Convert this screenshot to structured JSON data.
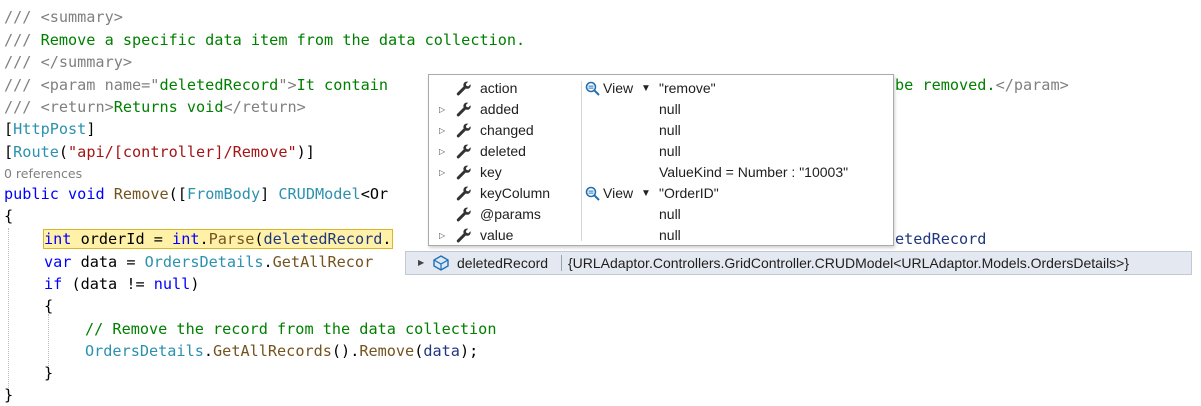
{
  "code": {
    "l1_tag": "/// <summary>",
    "l2_prefix": "/// ",
    "l2_text": "Remove a specific data item from the data collection.",
    "l3_tag": "/// </summary>",
    "l4_prefix": "/// ",
    "l4_tag_open": "<param name=\"",
    "l4_attr": "deletedRecord",
    "l4_tag_close": "\">",
    "l4_text": "It contain",
    "l4_tail_text": "be removed.",
    "l4_end": "</param>",
    "l5_prefix": "/// ",
    "l5_open": "<return>",
    "l5_text": "Returns void",
    "l5_close": "</return>",
    "l6_open": "[",
    "l6_attr": "HttpPost",
    "l6_close": "]",
    "l7_open": "[",
    "l7_attr": "Route",
    "l7_paren": "(",
    "l7_str": "\"api/[controller]/Remove\"",
    "l7_close": ")]",
    "l8_refs": "0 references",
    "l9_kw1": "public",
    "l9_kw2": "void",
    "l9_method": "Remove",
    "l9_p1": "([",
    "l9_attr": "FromBody",
    "l9_p2": "] ",
    "l9_type": "CRUDModel",
    "l9_p3": "<Or",
    "l10": "{",
    "l11_kw": "int",
    "l11_var": "orderId",
    "l11_eq": " = ",
    "l11_type": "int",
    "l11_dot": ".",
    "l11_method": "Parse",
    "l11_open": "(",
    "l11_param": "deletedRecord",
    "l11_dot2": ".",
    "l11_tail": "etedRecord",
    "l12_kw": "var",
    "l12_var": "data",
    "l12_eq": " = ",
    "l12_type": "OrdersDetails",
    "l12_dot": ".",
    "l12_method": "GetAllRecor",
    "l13_kw": "if",
    "l13_rest1": " (",
    "l13_var": "data",
    "l13_rest2": " != ",
    "l13_kw2": "null",
    "l13_rest3": ")",
    "l14": "{",
    "l15_comment": "// Remove the record from the data collection",
    "l16_type": "OrdersDetails",
    "l16_dot": ".",
    "l16_m1": "GetAllRecords",
    "l16_p": "().",
    "l16_m2": "Remove",
    "l16_open": "(",
    "l16_var": "data",
    "l16_close": ");",
    "l17": "}",
    "l18": "}"
  },
  "datatip": {
    "rows": [
      {
        "name": "action",
        "expandable": false,
        "view": true,
        "view_label": "View",
        "value": "\"remove\""
      },
      {
        "name": "added",
        "expandable": true,
        "view": false,
        "value": "null"
      },
      {
        "name": "changed",
        "expandable": true,
        "view": false,
        "value": "null"
      },
      {
        "name": "deleted",
        "expandable": true,
        "view": false,
        "value": "null"
      },
      {
        "name": "key",
        "expandable": true,
        "view": false,
        "value": "ValueKind = Number : \"10003\""
      },
      {
        "name": "keyColumn",
        "expandable": false,
        "view": true,
        "view_label": "View",
        "value": "\"OrderID\""
      },
      {
        "name": "@params",
        "expandable": false,
        "view": false,
        "value": "null"
      },
      {
        "name": "value",
        "expandable": true,
        "view": false,
        "value": "null"
      }
    ]
  },
  "hover_bar": {
    "name": "deletedRecord",
    "value": "{URLAdaptor.Controllers.GridController.CRUDModel<URLAdaptor.Models.OrdersDetails>}"
  },
  "icons": {
    "member": "wrench-icon",
    "visualizer": "magnifier-icon",
    "object": "object-icon",
    "expand": "triangle-right-icon",
    "dropdown": "caret-down-icon"
  },
  "colors": {
    "comment": "#008000",
    "keyword": "#0000ff",
    "type": "#2b91af",
    "string": "#a31515",
    "highlight": "#fff2a8"
  }
}
